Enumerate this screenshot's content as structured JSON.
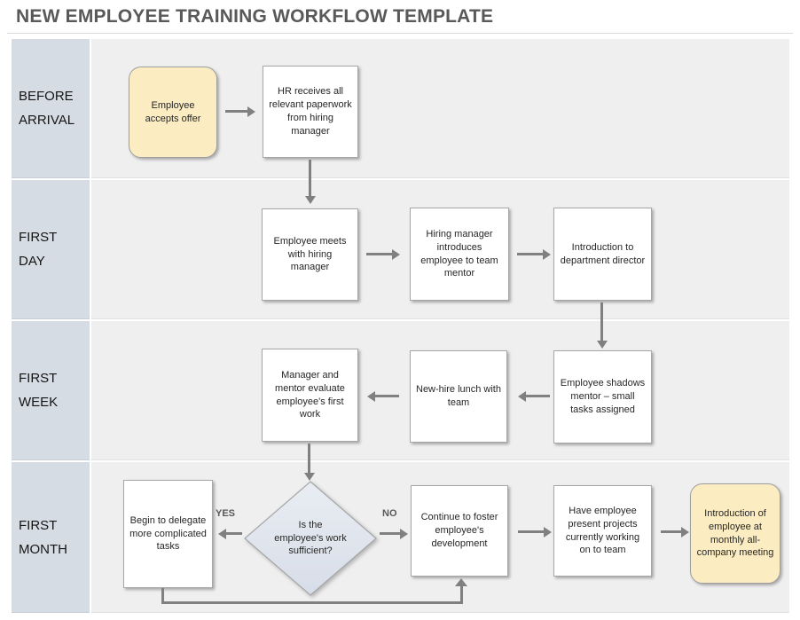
{
  "title": "NEW EMPLOYEE TRAINING WORKFLOW TEMPLATE",
  "lanes": [
    {
      "label": "BEFORE ARRIVAL"
    },
    {
      "label": "FIRST DAY"
    },
    {
      "label": "FIRST WEEK"
    },
    {
      "label": "FIRST MONTH"
    }
  ],
  "nodes": {
    "accept_offer": {
      "type": "terminator",
      "text": "Employee accepts offer"
    },
    "hr_paperwork": {
      "type": "process",
      "text": "HR receives all relevant paperwork from hiring manager"
    },
    "meets_manager": {
      "type": "process",
      "text": "Employee meets with hiring manager"
    },
    "introduces_mentor": {
      "type": "process",
      "text": "Hiring manager introduces employee to team mentor"
    },
    "intro_director": {
      "type": "process",
      "text": "Introduction to department director"
    },
    "shadows_mentor": {
      "type": "process",
      "text": "Employee shadows mentor – small tasks assigned"
    },
    "lunch_team": {
      "type": "process",
      "text": "New-hire lunch with team"
    },
    "evaluate_work": {
      "type": "process",
      "text": "Manager and mentor evaluate employee's first work"
    },
    "delegate_tasks": {
      "type": "process",
      "text": "Begin to delegate more complicated tasks"
    },
    "decision": {
      "type": "decision",
      "text": "Is the employee's work sufficient?",
      "yes_label": "YES",
      "no_label": "NO"
    },
    "foster_development": {
      "type": "process",
      "text": "Continue to foster employee's development"
    },
    "present_projects": {
      "type": "process",
      "text": "Have employee present projects currently working on to team"
    },
    "intro_meeting": {
      "type": "terminator",
      "text": "Introduction of employee at monthly all-company meeting"
    }
  },
  "colors": {
    "title_text": "#595959",
    "lane_label_bg": "#d6dce4",
    "lane_bg": "#efefef",
    "terminator_fill": "#fbecc2",
    "decision_fill": "#dfe5ee",
    "arrow": "#808080"
  }
}
